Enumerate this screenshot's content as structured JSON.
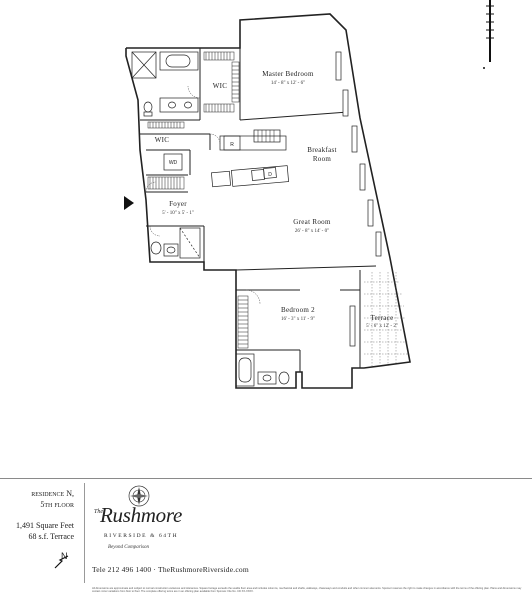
{
  "rooms": {
    "master_bedroom": {
      "name": "Master Bedroom",
      "dims": "14' - 8\" x 12' - 6\""
    },
    "wic_upper": {
      "name": "WIC"
    },
    "wic_lower": {
      "name": "WIC"
    },
    "wd": {
      "name": "WD"
    },
    "breakfast_room": {
      "name_line1": "Breakfast",
      "name_line2": "Room"
    },
    "foyer": {
      "name": "Foyer",
      "dims": "5' - 10\" x 5' - 1\""
    },
    "great_room": {
      "name": "Great Room",
      "dims": "26' - 8\" x 14' - 0\""
    },
    "bedroom_2": {
      "name": "Bedroom 2",
      "dims": "16' - 3\" x 11' - 9\""
    },
    "terrace": {
      "name": "Terrace",
      "dims": "5' - 6\" x 12' - 2\""
    }
  },
  "appliances": {
    "range": "R",
    "dishwasher": "D"
  },
  "unit": {
    "residence_label": "residence",
    "residence_id": "N,",
    "floor": "5th floor",
    "area": "1,491 Square Feet",
    "terrace_area": "68 s.f. Terrace"
  },
  "brand": {
    "prefix": "The",
    "name": "Rushmore",
    "subtitle": "RIVERSIDE & 64TH",
    "tagline": "Beyond Comparison"
  },
  "compass_label": "N",
  "contact": "Tele 212 496 1400 · TheRushmoreRiverside.com",
  "disclaimer": "All dimensions are approximate and subject to normal construction variances and tolerances. Square footage exceeds the usable floor area and includes columns, mechanical and shafts, walkways, chaseways and conduits and other common elements. Sponsor reserves the right to make changes in accordance with the terms of the offering plan. Plans and dimensions may contain minor variations from floor to floor. The complete offering terms are in an offering plan available from Sponsor. File No. CD XX-XXXX."
}
